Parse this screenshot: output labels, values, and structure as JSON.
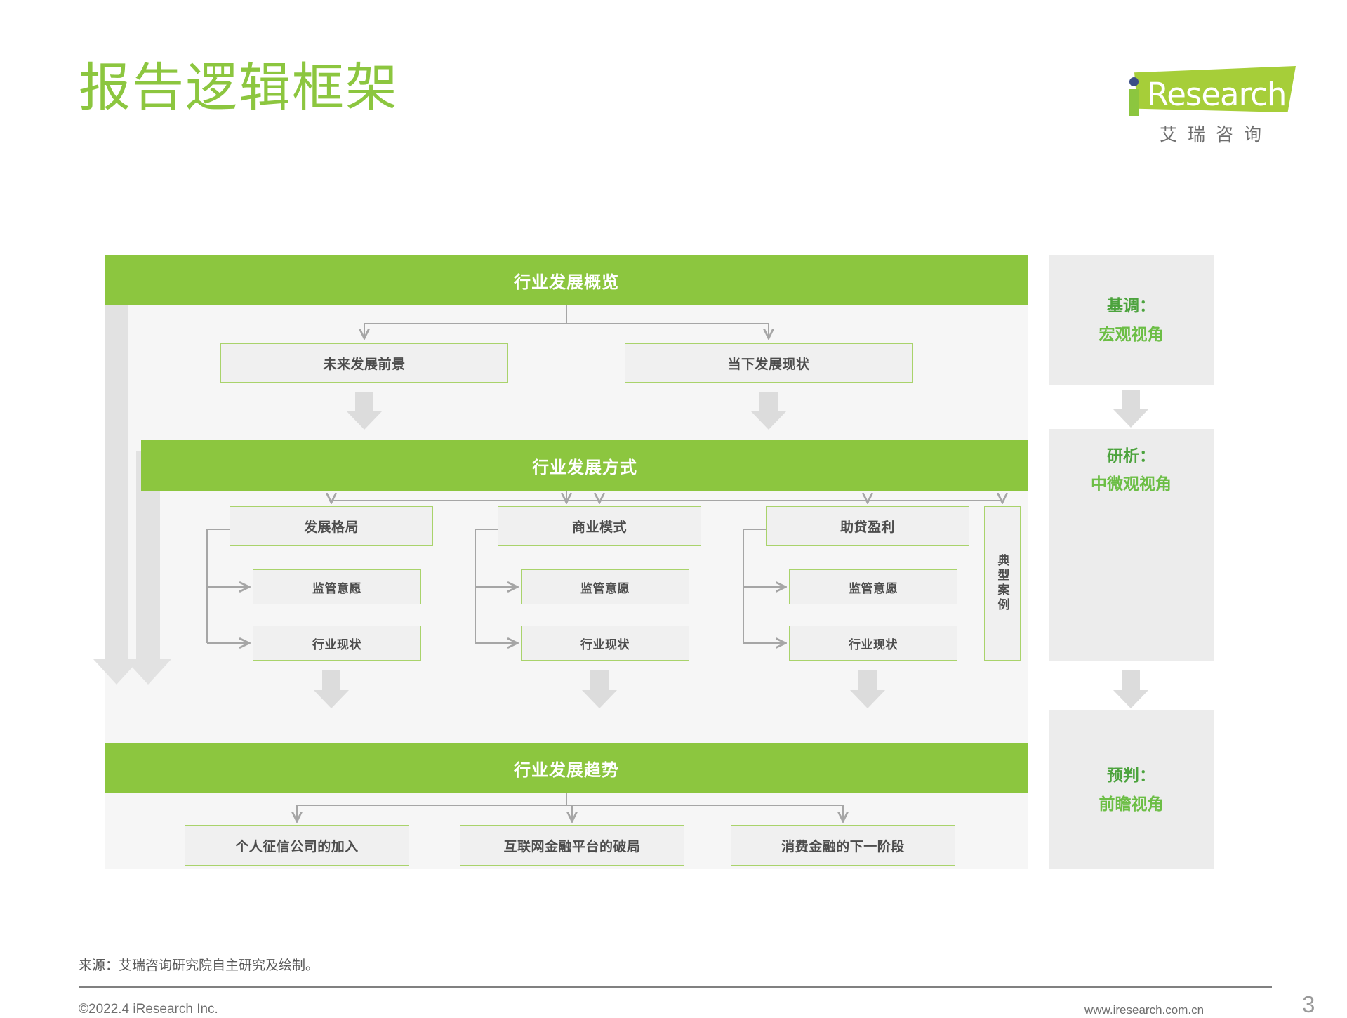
{
  "header": {
    "title": "报告逻辑框架",
    "logo": {
      "word": "Research",
      "i_letter": "i",
      "cn": "艾瑞咨询"
    }
  },
  "diagram": {
    "bars": [
      {
        "label": "行业发展概览"
      },
      {
        "label": "行业发展方式"
      },
      {
        "label": "行业发展趋势"
      }
    ],
    "overview_boxes": [
      {
        "label": "未来发展前景"
      },
      {
        "label": "当下发展现状"
      }
    ],
    "method_columns": [
      {
        "top": "发展格局",
        "mid": "监管意愿",
        "bot": "行业现状"
      },
      {
        "top": "商业模式",
        "mid": "监管意愿",
        "bot": "行业现状"
      },
      {
        "top": "助贷盈利",
        "mid": "监管意愿",
        "bot": "行业现状"
      }
    ],
    "case_box": {
      "label": "典型案例"
    },
    "trend_boxes": [
      {
        "label": "个人征信公司的加入"
      },
      {
        "label": "互联网金融平台的破局"
      },
      {
        "label": "消费金融的下一阶段"
      }
    ],
    "side_panels": [
      {
        "line1": "基调：",
        "line2": "宏观视角"
      },
      {
        "line1": "研析：",
        "line2": "中微观视角"
      },
      {
        "line1": "预判：",
        "line2": "前瞻视角"
      }
    ]
  },
  "footer": {
    "source": "来源：艾瑞咨询研究院自主研究及绘制。",
    "copyright": "©2022.4 iResearch Inc.",
    "website": "www.iresearch.com.cn",
    "page_number": "3"
  },
  "colors": {
    "brand_green": "#8CC63F",
    "panel_gray": "#F6F6F6",
    "box_gray": "#F0F0F0",
    "side_gray": "#ECECEC",
    "text_dark": "#4D4D4D",
    "arrow_gray": "#BFBFBF"
  }
}
